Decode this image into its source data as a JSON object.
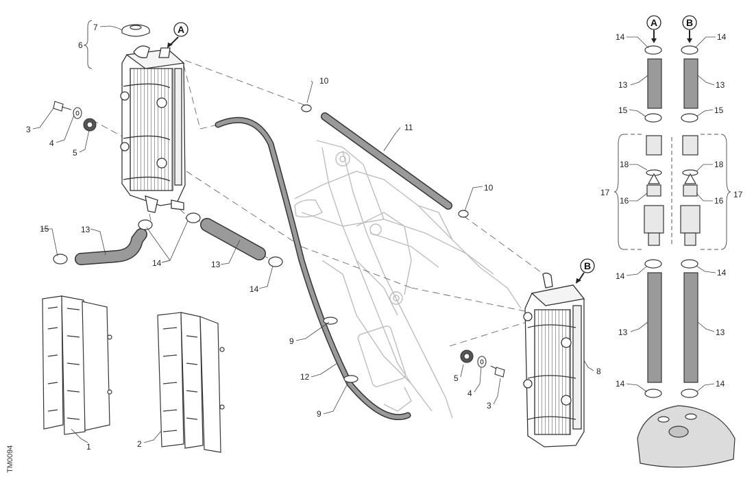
{
  "reference_code": "TM0094",
  "callouts": {
    "c1": "1",
    "c2": "2",
    "c3a": "3",
    "c3b": "3",
    "c4a": "4",
    "c4b": "4",
    "c5a": "5",
    "c5b": "5",
    "c6": "6",
    "c7": "7",
    "c8": "8",
    "c9a": "9",
    "c9b": "9",
    "c10a": "10",
    "c10b": "10",
    "c11": "11",
    "c12": "12",
    "c13a": "13",
    "c13b": "13",
    "c13c": "13",
    "c13d": "13",
    "c13e": "13",
    "c13f": "13",
    "c14a": "14",
    "c14b": "14",
    "c14c": "14",
    "c14d": "14",
    "c14e": "14",
    "c14f": "14",
    "c14g": "14",
    "c14h": "14",
    "c15a": "15",
    "c15b": "15",
    "c15c": "15",
    "c16a": "16",
    "c16b": "16",
    "c17a": "17",
    "c17b": "17",
    "c18a": "18",
    "c18b": "18"
  },
  "markers": {
    "A_left": "A",
    "B_right": "B",
    "A_detail": "A",
    "B_detail": "B"
  },
  "colors": {
    "line": "#333333",
    "hose": "#9a9a9a",
    "frame": "#c8c8c8",
    "light": "#e6e6e6"
  }
}
